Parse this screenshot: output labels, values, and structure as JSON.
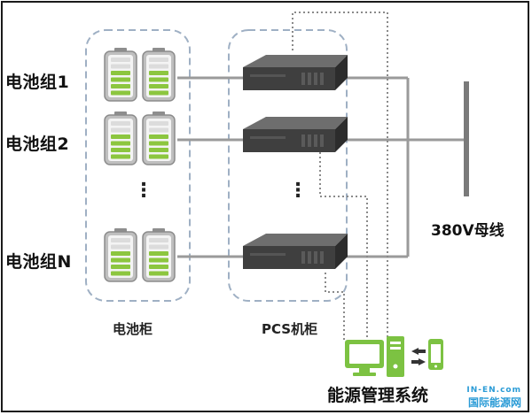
{
  "rows": [
    {
      "label": "电池组1"
    },
    {
      "label": "电池组2"
    },
    {
      "label": "电池组N"
    }
  ],
  "ellipsis": "⋮",
  "battery_cabinet_label": "电池柜",
  "pcs_cabinet_label": "PCS机柜",
  "bus_label": "380V母线",
  "ems_label": "能源管理系统",
  "watermark": {
    "top": "IN-EN.com",
    "bottom": "国际能源网"
  },
  "colors": {
    "battery_green": "#8cc63f",
    "ems_green": "#7cc242",
    "line_gray": "#9a9a9a",
    "bus_gray": "#7a7a7a",
    "cabinet_dash": "#9fb0c4",
    "pcs_dark": "#4a4a4a"
  }
}
